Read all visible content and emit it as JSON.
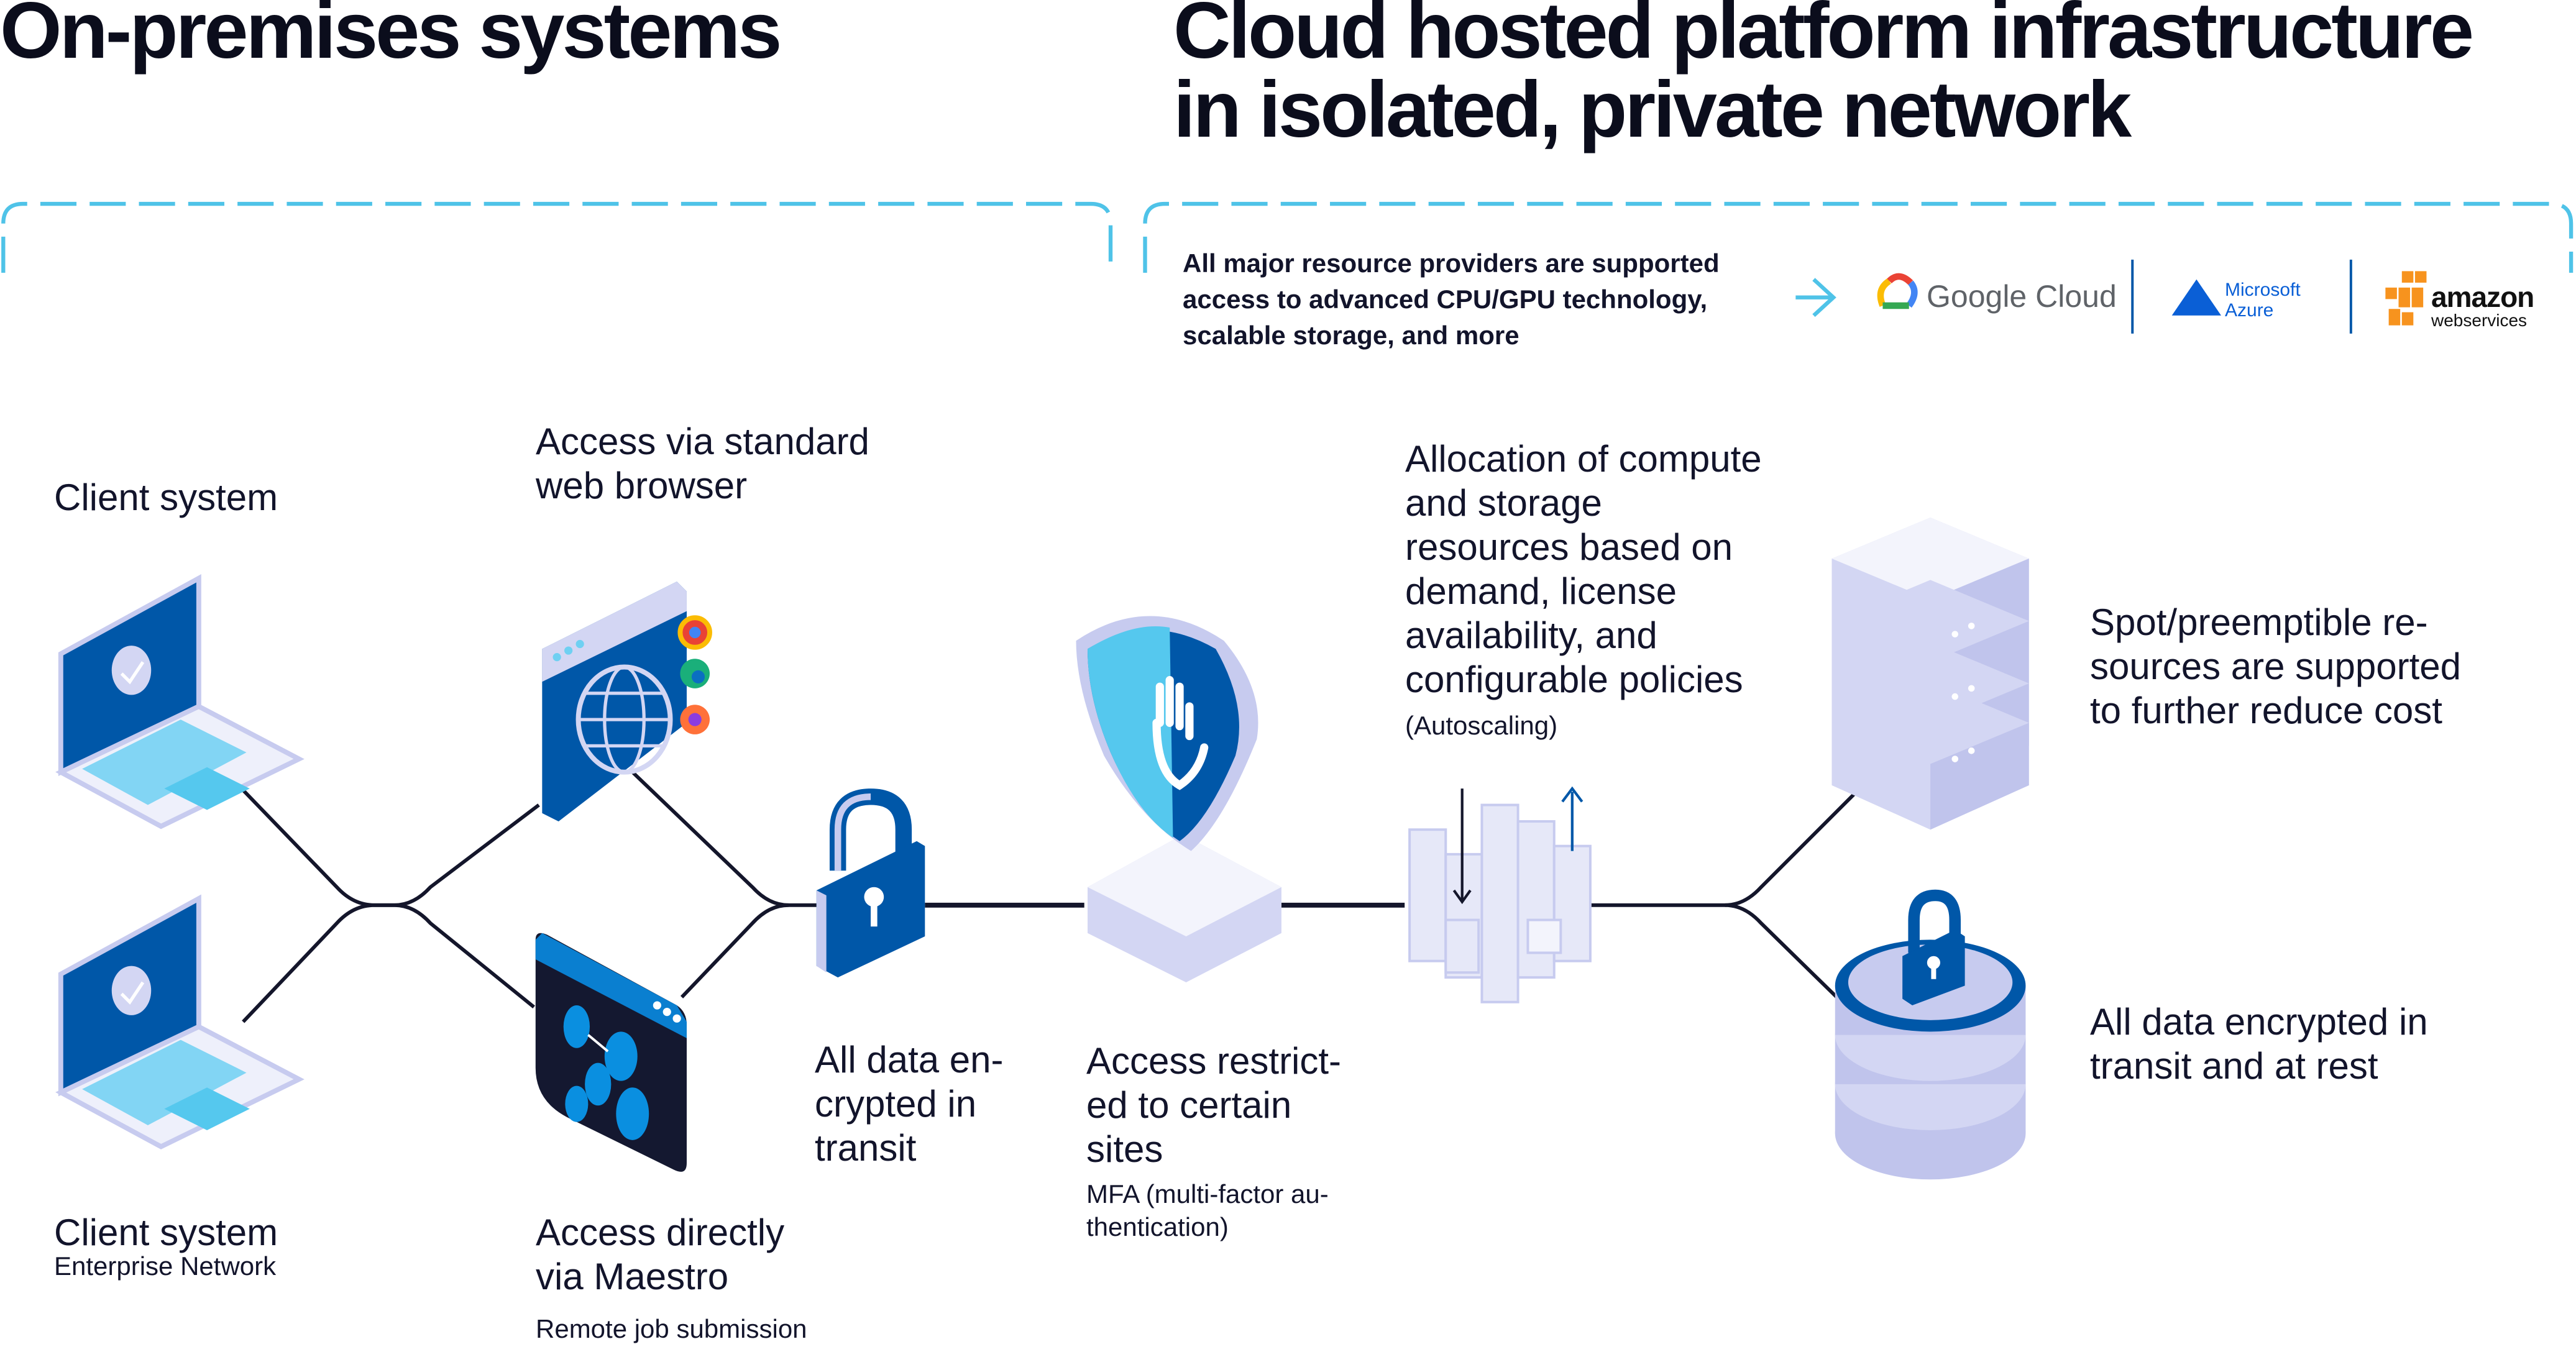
{
  "headers": {
    "left": "On-premises systems",
    "right_line1": "Cloud hosted platform infrastructure",
    "right_line2": "in isolated, private network"
  },
  "providers": {
    "text_lines": [
      "All major resource providers are supported",
      "access to advanced CPU/GPU technology,",
      "scalable storage, and more"
    ],
    "logos": {
      "google": "Google Cloud",
      "azure_line1": "Microsoft",
      "azure_line2": "Azure",
      "aws_line1": "amazon",
      "aws_line2": "webservices"
    }
  },
  "nodes": {
    "client1": {
      "title": "Client system"
    },
    "client2": {
      "title": "Client system",
      "subtitle": "Enterprise Network"
    },
    "browser": {
      "title_lines": [
        "Access via standard",
        "web browser"
      ]
    },
    "maestro": {
      "title_lines": [
        "Access directly",
        "via Maestro"
      ],
      "subtitle": "Remote job submission"
    },
    "encrypt_transit": {
      "title_lines": [
        "All data en-",
        "crypted in",
        "transit"
      ]
    },
    "access_restricted": {
      "title_lines": [
        "Access restrict-",
        "ed to certain",
        "sites"
      ],
      "subtitle_lines": [
        "MFA (multi-factor au-",
        "thentication)"
      ]
    },
    "allocation": {
      "title_lines": [
        "Allocation of compute",
        "and storage",
        "resources based on",
        "demand, license",
        "availability, and",
        "configurable policies"
      ],
      "subtitle": "(Autoscaling)"
    },
    "spot": {
      "title_lines": [
        "Spot/preemptible re-",
        "sources are supported",
        "to further reduce cost"
      ]
    },
    "encrypt_rest": {
      "title_lines": [
        "All data encrypted in",
        "transit and at rest"
      ]
    }
  },
  "colors": {
    "accent": "#4fc3e8",
    "blue": "#0057a8",
    "lavender": "#d3d6f3",
    "navy": "#141830"
  }
}
